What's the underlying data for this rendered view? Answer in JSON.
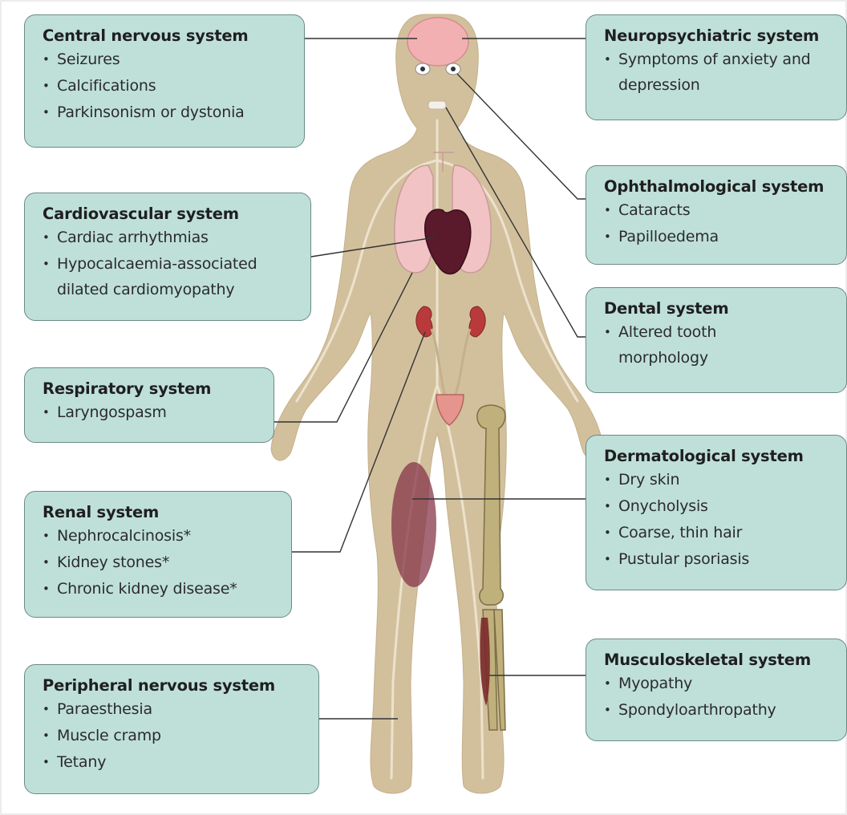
{
  "systems": {
    "cns": {
      "title": "Central nervous system",
      "items": [
        "Seizures",
        "Calcifications",
        "Parkinsonism or dystonia"
      ]
    },
    "neuro": {
      "title": "Neuropsychiatric system",
      "items": [
        "Symptoms of anxiety and depression"
      ]
    },
    "cardio": {
      "title": "Cardiovascular system",
      "items": [
        "Cardiac arrhythmias",
        "Hypocalcaemia-associated dilated cardiomyopathy"
      ]
    },
    "ophth": {
      "title": "Ophthalmological system",
      "items": [
        "Cataracts",
        "Papilloedema"
      ]
    },
    "dental": {
      "title": "Dental system",
      "items": [
        "Altered tooth morphology"
      ]
    },
    "resp": {
      "title": "Respiratory system",
      "items": [
        "Laryngospasm"
      ]
    },
    "derm": {
      "title": "Dermatological system",
      "items": [
        "Dry skin",
        "Onycholysis",
        "Coarse, thin hair",
        "Pustular psoriasis"
      ]
    },
    "renal": {
      "title": "Renal system",
      "items": [
        "Nephrocalcinosis*",
        "Kidney stones*",
        "Chronic kidney disease*"
      ]
    },
    "musc": {
      "title": "Musculoskeletal system",
      "items": [
        "Myopathy",
        "Spondyloarthropathy"
      ]
    },
    "pns": {
      "title": "Peripheral nervous system",
      "items": [
        "Paraesthesia",
        "Muscle cramp",
        "Tetany"
      ]
    }
  },
  "colors": {
    "box_fill": "#bfe0d9",
    "box_border": "#6a8a86",
    "body_skin": "#d2c09d",
    "nerve": "#ece2cd",
    "lung": "#f1c3c4",
    "heart": "#5a1a2c",
    "kidney": "#b83a3a",
    "bladder": "#e5958d",
    "bone": "#bfb07c",
    "bruise": "#86364a",
    "brain": "#f2b0b3",
    "connector": "#333333"
  }
}
